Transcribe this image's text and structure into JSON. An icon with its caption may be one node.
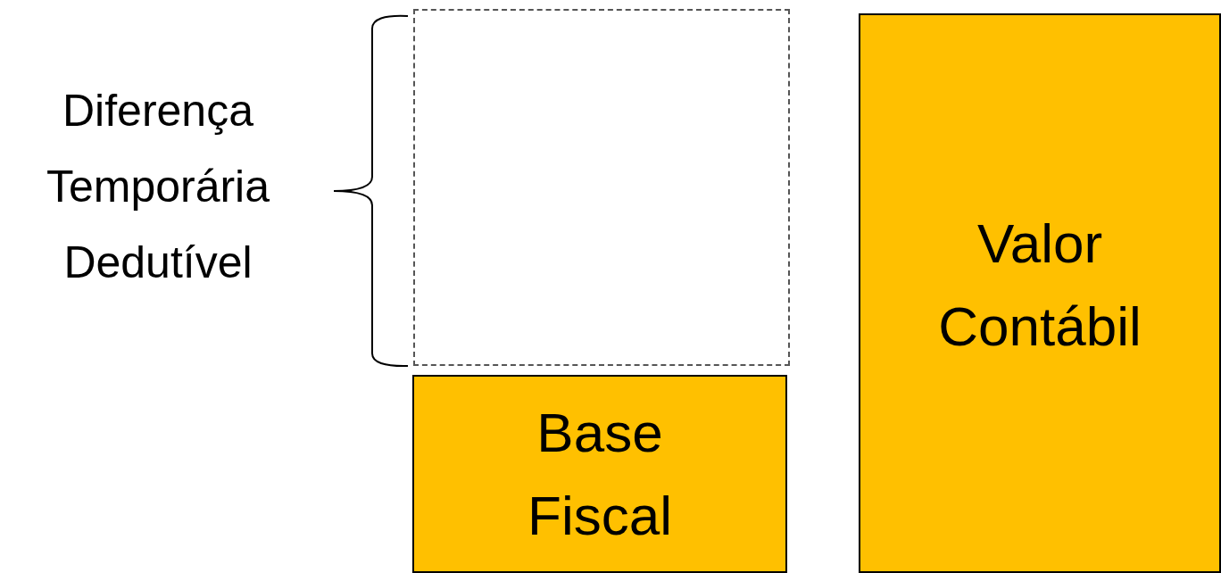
{
  "diagram": {
    "nodes": [
      {
        "text": [],
        "shape": "box",
        "beside": [
          "Diferença Temporária Dedutível"
        ]
      },
      {
        "text": [
          "Base Fiscal"
        ]
      },
      {
        "text": [
          "Valor Contábil"
        ]
      }
    ]
  }
}
